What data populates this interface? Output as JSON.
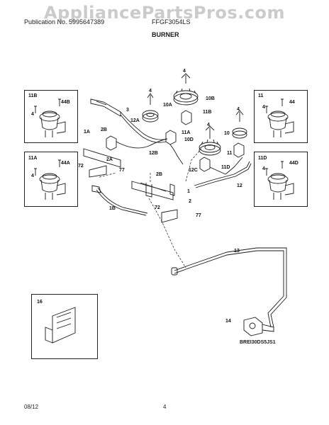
{
  "watermark": "AppliancePartsPros.com",
  "header": {
    "left_text": "Publication No. 5995647389",
    "right_text": "FFGF3054LS"
  },
  "title": "BURNER",
  "callouts": {
    "c1": "1",
    "c1A": "1A",
    "c1B": "1B",
    "c2": "2",
    "c2A": "2A",
    "c2B": "2B",
    "c3": "3",
    "c4": "4",
    "c10": "10",
    "c10A": "10A",
    "c10B": "10B",
    "c10D": "10D",
    "c11": "11",
    "c11A": "11A",
    "c11B": "11B",
    "c11D": "11D",
    "c12": "12",
    "c12A": "12A",
    "c12B": "12B",
    "c12C": "12C",
    "c13": "13",
    "c14": "14",
    "c16": "16",
    "c44": "44",
    "c44A": "44A",
    "c44B": "44B",
    "c44D": "44D",
    "c72": "72",
    "c77": "77"
  },
  "diagram_code": "BREI30DS5JS1",
  "footer": {
    "date": "08/12",
    "page": "4"
  },
  "colors": {
    "line": "#1a1a1a",
    "watermark": "#a0a0a0"
  }
}
